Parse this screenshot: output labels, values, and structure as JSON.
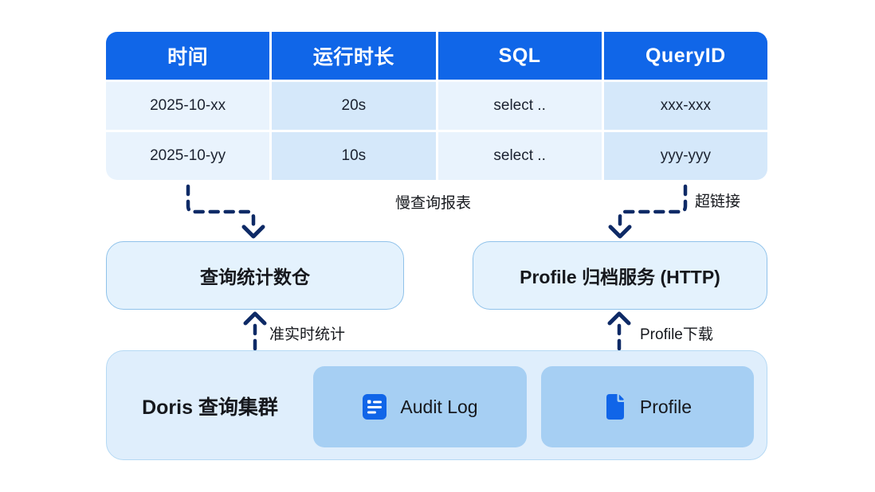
{
  "table": {
    "headers": [
      "时间",
      "运行时长",
      "SQL",
      "QueryID"
    ],
    "rows": [
      [
        "2025-10-xx",
        "20s",
        "select ..",
        "xxx-xxx"
      ],
      [
        "2025-10-yy",
        "10s",
        "select ..",
        "yyy-yyy"
      ]
    ]
  },
  "edges": {
    "slow_query_report": "慢查询报表",
    "hyperlink": "超链接",
    "near_realtime_stats": "准实时统计",
    "profile_download": "Profile下载"
  },
  "nodes": {
    "query_stats_warehouse": "查询统计数仓",
    "profile_archive_service": "Profile 归档服务 (HTTP)",
    "doris_cluster": "Doris 查询集群",
    "audit_log": "Audit Log",
    "profile": "Profile"
  },
  "icons": {
    "audit_log": "list-icon",
    "profile": "document-icon"
  },
  "colors": {
    "header_blue": "#1066e8",
    "cell_light": "#e9f3fd",
    "cell_dark": "#d5e8fa",
    "node_fill": "#e4f2fd",
    "node_border": "#8fc2ea",
    "container_fill": "#dfeefc",
    "container_border": "#b5d9f4",
    "inner_fill": "#a6cff3",
    "icon_blue": "#1065e8",
    "arrow_navy": "#0e2a66"
  }
}
